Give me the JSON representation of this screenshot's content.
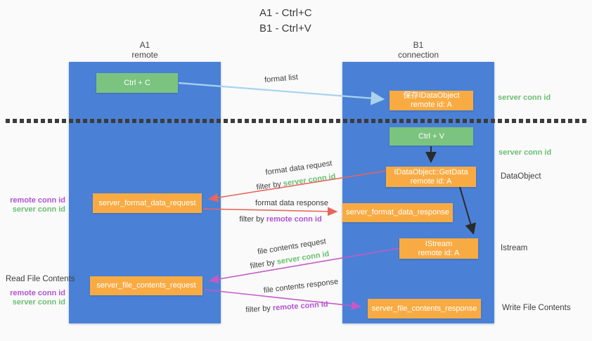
{
  "title": {
    "line1": "A1 - Ctrl+C",
    "line2": "B1 - Ctrl+V"
  },
  "lanes": {
    "left": {
      "id": "A1",
      "subtitle": "remote"
    },
    "right": {
      "id": "B1",
      "subtitle": "connection"
    }
  },
  "nodes": {
    "ctrl_c": {
      "label": "Ctrl + C"
    },
    "save_idataobject": {
      "line1": "保存IDataObject",
      "line2": "remote id: A"
    },
    "ctrl_v": {
      "label": "Ctrl + V"
    },
    "getdata": {
      "line1": "IDataObject::GetData",
      "line2": "remote id: A"
    },
    "format_request": {
      "label": "server_format_data_request"
    },
    "format_response": {
      "label": "server_format_data_response"
    },
    "istream": {
      "line1": "IStream",
      "line2": "remote id: A"
    },
    "file_request": {
      "label": "server_file_contents_request"
    },
    "file_response": {
      "label": "server_file_contents_response"
    }
  },
  "edges": {
    "format_list": {
      "label": "format list"
    },
    "format_data_request": {
      "label": "format data request",
      "filter_prefix": "filter by",
      "filter_key": "server conn id"
    },
    "format_data_response": {
      "label": "format data response",
      "filter_prefix": "filter by",
      "filter_key": "remote conn id"
    },
    "file_contents_request": {
      "label": "file contents request",
      "filter_prefix": "filter by",
      "filter_key": "server conn id"
    },
    "file_contents_response": {
      "label": "file contents response",
      "filter_prefix": "filter by",
      "filter_key": "remote conn id"
    }
  },
  "annotations": {
    "server_conn_top": "server conn id",
    "server_conn_mid": "server conn id",
    "data_object": "DataObject",
    "istream": "Istream",
    "write_file_contents": "Write File Contents",
    "remote_conn_format": "remote conn id",
    "server_conn_format": "server conn id",
    "read_file_contents": "Read File Contents",
    "remote_conn_file": "remote conn id",
    "server_conn_file": "server conn id"
  },
  "colors": {
    "background": "#fafafa",
    "lane_blue": "#4a81d6",
    "node_green": "#7ac47f",
    "node_orange": "#f9ab43",
    "arrow_light_blue": "#a9d3ee",
    "arrow_red": "#e8655c",
    "arrow_magenta": "#c35ac6",
    "arrow_black": "#2b2b2b",
    "conn_id_green": "#6abf72",
    "conn_id_purple": "#b153d4",
    "label_dark": "#3d3d3d"
  }
}
